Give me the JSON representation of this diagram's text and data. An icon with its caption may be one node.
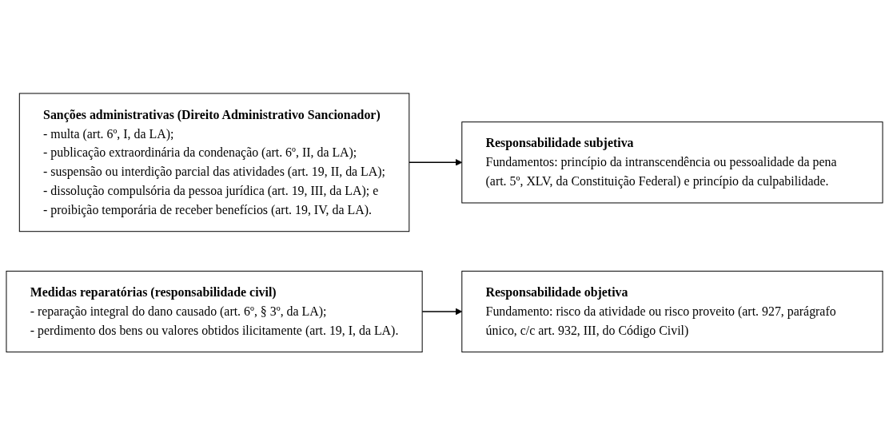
{
  "diagram": {
    "nodes": [
      {
        "text": [
          "Sanções administrativas (Direito Administrativo Sancionador)",
          "- multa (art. 6º, I, da LA);",
          "- publicação extraordinária da condenação (art. 6º, II, da LA);",
          "- suspensão ou interdição parcial das atividades (art. 19, II, da LA);",
          "- dissolução compulsória da pessoa jurídica (art. 19, III, da LA); e",
          "- proibição temporária de receber benefícios (art. 19, IV, da LA)."
        ]
      },
      {
        "text": [
          "Responsabilidade subjetiva",
          "Fundamentos: princípio da intranscendência ou pessoalidade da pena (art. 5º, XLV, da Constituição Federal) e princípio da culpabilidade."
        ]
      },
      {
        "text": [
          "Medidas reparatórias (responsabilidade civil)",
          "- reparação integral do dano causado (art. 6º, § 3º, da LA);",
          "- perdimento dos bens ou valores obtidos ilicitamente (art. 19, I, da LA)."
        ]
      },
      {
        "text": [
          "Responsabilidade objetiva",
          "Fundamento: risco da atividade ou risco proveito (art. 927, parágrafo único, c/c art. 932, III, do Código Civil)"
        ]
      }
    ],
    "edges": [
      {
        "from": 0,
        "to": 1,
        "arrow": "to"
      },
      {
        "from": 2,
        "to": 3,
        "arrow": "to"
      }
    ]
  }
}
